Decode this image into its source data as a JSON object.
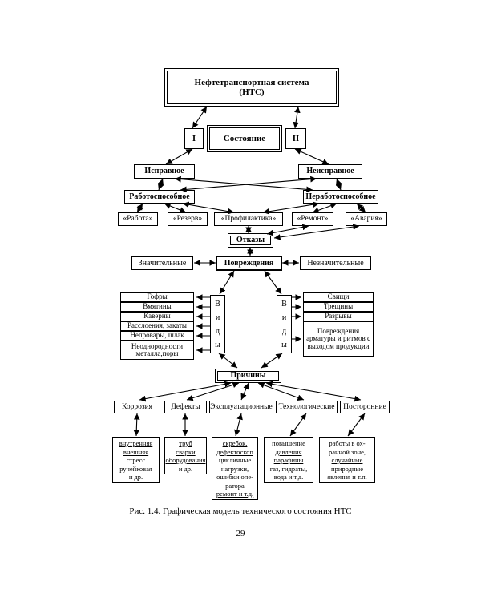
{
  "page": {
    "caption": "Рис. 1.4. Графическая модель технического состояния НТС",
    "page_number": "29"
  },
  "colors": {
    "ink": "#000000",
    "paper": "#ffffff"
  },
  "diagram": {
    "root": {
      "line1": "Нефтетранспортная система",
      "line2": "(НТС)"
    },
    "state": {
      "label": "Состояние",
      "roman_left": "I",
      "roman_right": "II"
    },
    "level2": {
      "serviceable": "Исправное",
      "faulty": "Неисправное"
    },
    "level3": {
      "operable": "Работоспособное",
      "inoperable": "Неработоспособное"
    },
    "modes": [
      "«Работа»",
      "«Резерв»",
      "«Профилактика»",
      "«Ремонт»",
      "«Авария»"
    ],
    "failures": "Отказы",
    "damages": {
      "significant": "Значительные",
      "label": "Повреждения",
      "insignificant": "Незначительные"
    },
    "types_label": [
      "В",
      "и",
      "д",
      "ы"
    ],
    "left_types": [
      "Гофры",
      "Вмятины",
      "Каверны",
      "Расслоения, закаты",
      "Непровары, шлак",
      "Неоднородности металла,поры"
    ],
    "right_types": [
      "Свищи",
      "Трещины",
      "Разрывы",
      "Повреждения арматуры и ритмов с выходом продукции"
    ],
    "causes_label": "Причины",
    "cause_categories": [
      "Коррозия",
      "Дефекты",
      "Эксплуатационные",
      "Технологические",
      "Посторонние"
    ],
    "cause_details": [
      {
        "lines": [
          "внутренняя",
          "внешняя",
          "стресс",
          "ручейковая",
          "и др."
        ]
      },
      {
        "lines": [
          "труб",
          "сварки",
          "оборудования",
          "и др."
        ]
      },
      {
        "lines": [
          "скребок,",
          "дефектоскоп",
          "цикличные",
          "нагрузки,",
          "ошибки опе-",
          "ратора",
          "ремонт и т.д."
        ]
      },
      {
        "lines": [
          "повышение",
          "давления",
          "парафины",
          "газ, гидраты,",
          "вода и т.д."
        ]
      },
      {
        "lines": [
          "работы в ох-",
          "ранной зоне,",
          "случайные",
          "природные",
          "явления и т.п."
        ]
      }
    ]
  }
}
